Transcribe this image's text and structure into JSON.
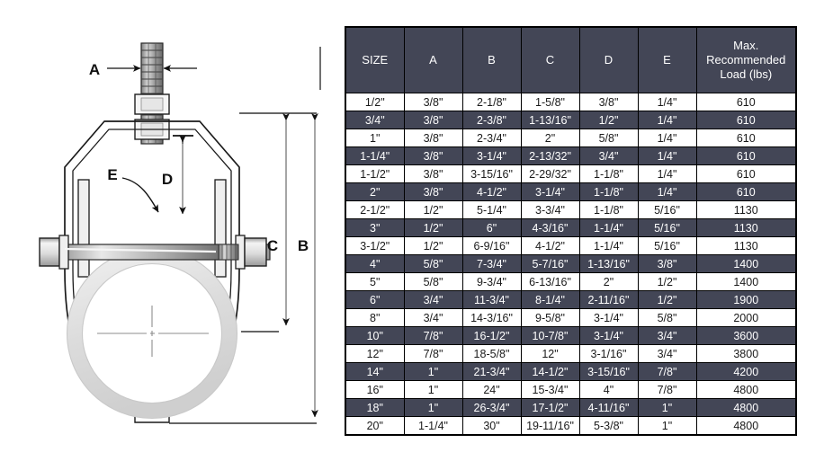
{
  "drawing": {
    "title": "clevis-hanger-cross-section",
    "labels": {
      "a": "A",
      "b": "B",
      "c": "C",
      "d": "D",
      "e": "E"
    }
  },
  "table": {
    "headers": [
      "SIZE",
      "A",
      "B",
      "C",
      "D",
      "E",
      "Max. Recommended Load (lbs)"
    ],
    "header_load_lines": [
      "Max.",
      "Recommended",
      "Load (lbs)"
    ],
    "rows": [
      {
        "size": "1/2\"",
        "a": "3/8\"",
        "b": "2-1/8\"",
        "c": "1-5/8\"",
        "d": "3/8\"",
        "e": "1/4\"",
        "load": "610"
      },
      {
        "size": "3/4\"",
        "a": "3/8\"",
        "b": "2-3/8\"",
        "c": "1-13/16\"",
        "d": "1/2\"",
        "e": "1/4\"",
        "load": "610"
      },
      {
        "size": "1\"",
        "a": "3/8\"",
        "b": "2-3/4\"",
        "c": "2\"",
        "d": "5/8\"",
        "e": "1/4\"",
        "load": "610"
      },
      {
        "size": "1-1/4\"",
        "a": "3/8\"",
        "b": "3-1/4\"",
        "c": "2-13/32\"",
        "d": "3/4\"",
        "e": "1/4\"",
        "load": "610"
      },
      {
        "size": "1-1/2\"",
        "a": "3/8\"",
        "b": "3-15/16\"",
        "c": "2-29/32\"",
        "d": "1-1/8\"",
        "e": "1/4\"",
        "load": "610"
      },
      {
        "size": "2\"",
        "a": "3/8\"",
        "b": "4-1/2\"",
        "c": "3-1/4\"",
        "d": "1-1/8\"",
        "e": "1/4\"",
        "load": "610"
      },
      {
        "size": "2-1/2\"",
        "a": "1/2\"",
        "b": "5-1/4\"",
        "c": "3-3/4\"",
        "d": "1-1/8\"",
        "e": "5/16\"",
        "load": "1130"
      },
      {
        "size": "3\"",
        "a": "1/2\"",
        "b": "6\"",
        "c": "4-3/16\"",
        "d": "1-1/4\"",
        "e": "5/16\"",
        "load": "1130"
      },
      {
        "size": "3-1/2\"",
        "a": "1/2\"",
        "b": "6-9/16\"",
        "c": "4-1/2\"",
        "d": "1-1/4\"",
        "e": "5/16\"",
        "load": "1130"
      },
      {
        "size": "4\"",
        "a": "5/8\"",
        "b": "7-3/4\"",
        "c": "5-7/16\"",
        "d": "1-13/16\"",
        "e": "3/8\"",
        "load": "1400"
      },
      {
        "size": "5\"",
        "a": "5/8\"",
        "b": "9-3/4\"",
        "c": "6-13/16\"",
        "d": "2\"",
        "e": "1/2\"",
        "load": "1400"
      },
      {
        "size": "6\"",
        "a": "3/4\"",
        "b": "11-3/4\"",
        "c": "8-1/4\"",
        "d": "2-11/16\"",
        "e": "1/2\"",
        "load": "1900"
      },
      {
        "size": "8\"",
        "a": "3/4\"",
        "b": "14-3/16\"",
        "c": "9-5/8\"",
        "d": "3-1/4\"",
        "e": "5/8\"",
        "load": "2000"
      },
      {
        "size": "10\"",
        "a": "7/8\"",
        "b": "16-1/2\"",
        "c": "10-7/8\"",
        "d": "3-1/4\"",
        "e": "3/4\"",
        "load": "3600"
      },
      {
        "size": "12\"",
        "a": "7/8\"",
        "b": "18-5/8\"",
        "c": "12\"",
        "d": "3-1/16\"",
        "e": "3/4\"",
        "load": "3800"
      },
      {
        "size": "14\"",
        "a": "1\"",
        "b": "21-3/4\"",
        "c": "14-1/2\"",
        "d": "3-15/16\"",
        "e": "7/8\"",
        "load": "4200"
      },
      {
        "size": "16\"",
        "a": "1\"",
        "b": "24\"",
        "c": "15-3/4\"",
        "d": "4\"",
        "e": "7/8\"",
        "load": "4800"
      },
      {
        "size": "18\"",
        "a": "1\"",
        "b": "26-3/4\"",
        "c": "17-1/2\"",
        "d": "4-11/16\"",
        "e": "1\"",
        "load": "4800"
      },
      {
        "size": "20\"",
        "a": "1-1/4\"",
        "b": "30\"",
        "c": "19-11/16\"",
        "d": "5-3/8\"",
        "e": "1\"",
        "load": "4800"
      }
    ]
  },
  "colors": {
    "header_bg": "#434656",
    "shaded_row_bg": "#434656",
    "header_text": "#ffffff",
    "body_text": "#1a1a1a",
    "border": "#000000",
    "drawing_line": "#1a1a1a",
    "pipe_fill": "#e2e2e2",
    "metal_light": "#f2f2f2",
    "metal_mid": "#b8b8b8",
    "metal_dark": "#6e6e6e"
  }
}
